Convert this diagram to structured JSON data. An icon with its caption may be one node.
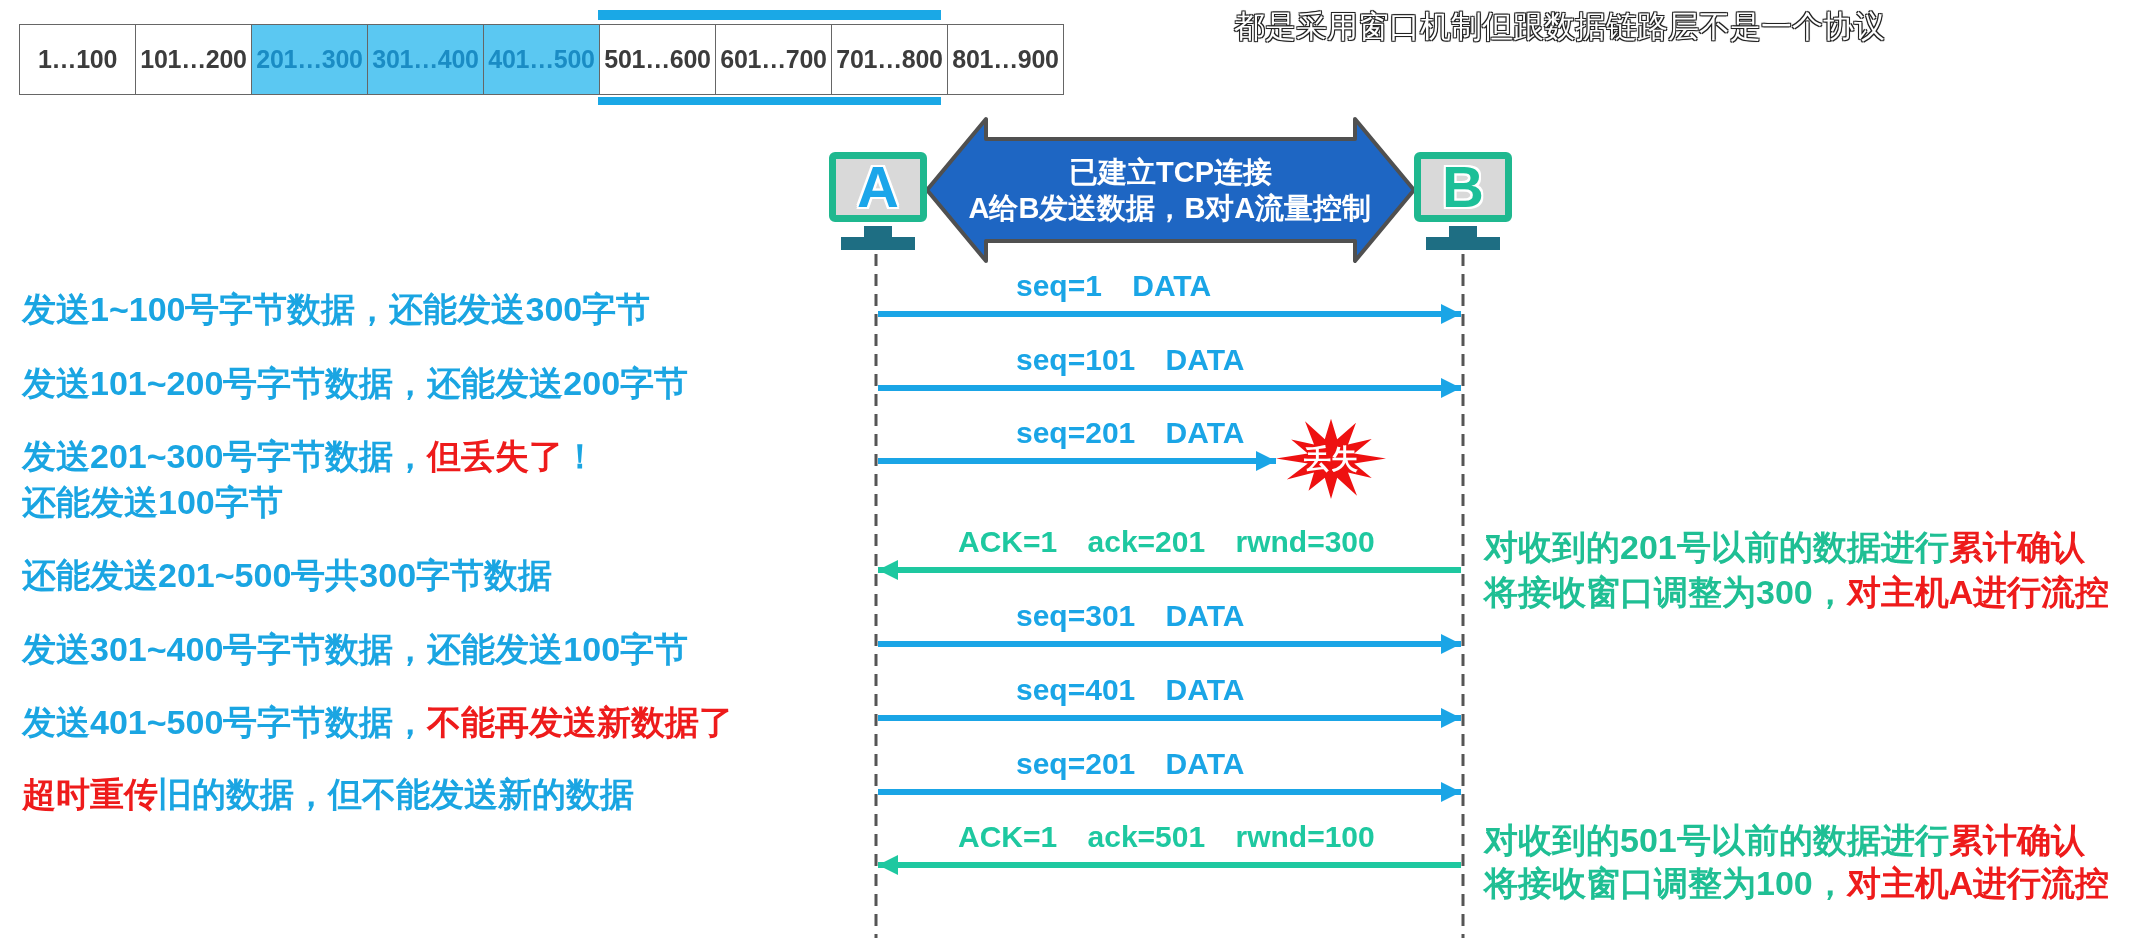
{
  "diagram": {
    "nodes": [
      {
        "text": [
          "1…100"
        ]
      },
      {
        "text": [
          "101…200"
        ]
      },
      {
        "text": [
          "201…300"
        ]
      },
      {
        "text": [
          "301…400"
        ]
      },
      {
        "text": [
          "401…500"
        ]
      },
      {
        "text": [
          "501…600"
        ]
      },
      {
        "text": [
          "601…700"
        ]
      },
      {
        "text": [
          "701…800"
        ]
      },
      {
        "text": [
          "801…900"
        ]
      },
      {
        "text": [
          "A"
        ]
      },
      {
        "text": [
          "B"
        ]
      },
      {
        "text": [],
        "shape": "line"
      },
      {
        "text": [],
        "shape": "line"
      },
      {
        "text": [
          "丢失"
        ]
      }
    ],
    "edges": [
      {
        "from": 9,
        "to": 10,
        "arrow": "both",
        "style": "thick",
        "color": "#1e66c3",
        "label": "已建立TCP连接"
      },
      {
        "from": 11,
        "to": 12,
        "arrow": "to",
        "label": "seq=1 DATA"
      },
      {
        "from": 11,
        "to": 12,
        "arrow": "to",
        "label": "seq=101 DATA"
      },
      {
        "from": 11,
        "to": 13,
        "arrow": "to",
        "label": "seq=201 DATA"
      },
      {
        "from": 12,
        "to": 11,
        "arrow": "to",
        "label": "ACK=1 ack=201 rwnd=300",
        "color": "#1ec8a0"
      },
      {
        "from": 11,
        "to": 12,
        "arrow": "to",
        "label": "seq=301 DATA"
      },
      {
        "from": 11,
        "to": 12,
        "arrow": "to",
        "label": "seq=401 DATA"
      },
      {
        "from": 11,
        "to": 12,
        "arrow": "to",
        "label": "seq=201 DATA"
      },
      {
        "from": 12,
        "to": 11,
        "arrow": "to",
        "label": "ACK=1 ack=501 rwnd=100",
        "color": "#1ec8a0"
      }
    ],
    "labels": [
      "都是采用窗口机制但跟数据链路层不是一个协议",
      "A给B发送数据，B对A流量控制",
      "发送1~100号字节数据，还能发送300字节",
      "发送101~200号字节数据，还能发送200字节",
      "发送201~300号字节数据，**但丢失了**！",
      "还能发送100字节",
      "还能发送201~500号共300字节数据",
      "发送301~400号字节数据，还能发送100字节",
      "发送401~500号字节数据，**不能再发送新数据了**",
      "**超时重传**旧的数据，但不能发送新的数据",
      "对收到的201号以前的数据进行**累计确认**",
      "将接收窗口调整为300，**对主机A进行流控**",
      "对收到的501号以前的数据进行**累计确认**",
      "将接收窗口调整为100，**对主机A进行流控**"
    ]
  }
}
